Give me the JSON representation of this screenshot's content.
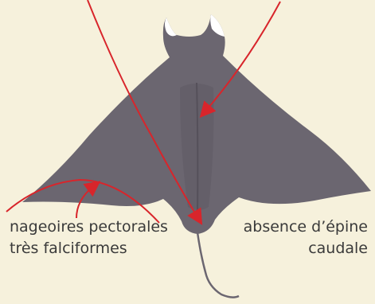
{
  "labels": {
    "pectoral_fins": [
      "nageoires pectorales",
      "très falciformes"
    ],
    "no_caudal_spine": [
      "absence d’épine",
      "caudale"
    ]
  },
  "colors": {
    "background": "#f6f1dc",
    "body": "#6b6670",
    "body_shade": "#56515b",
    "cephalic_fin_white": "#ffffff",
    "arrow": "#d8252b",
    "text": "#3a3a3a"
  }
}
